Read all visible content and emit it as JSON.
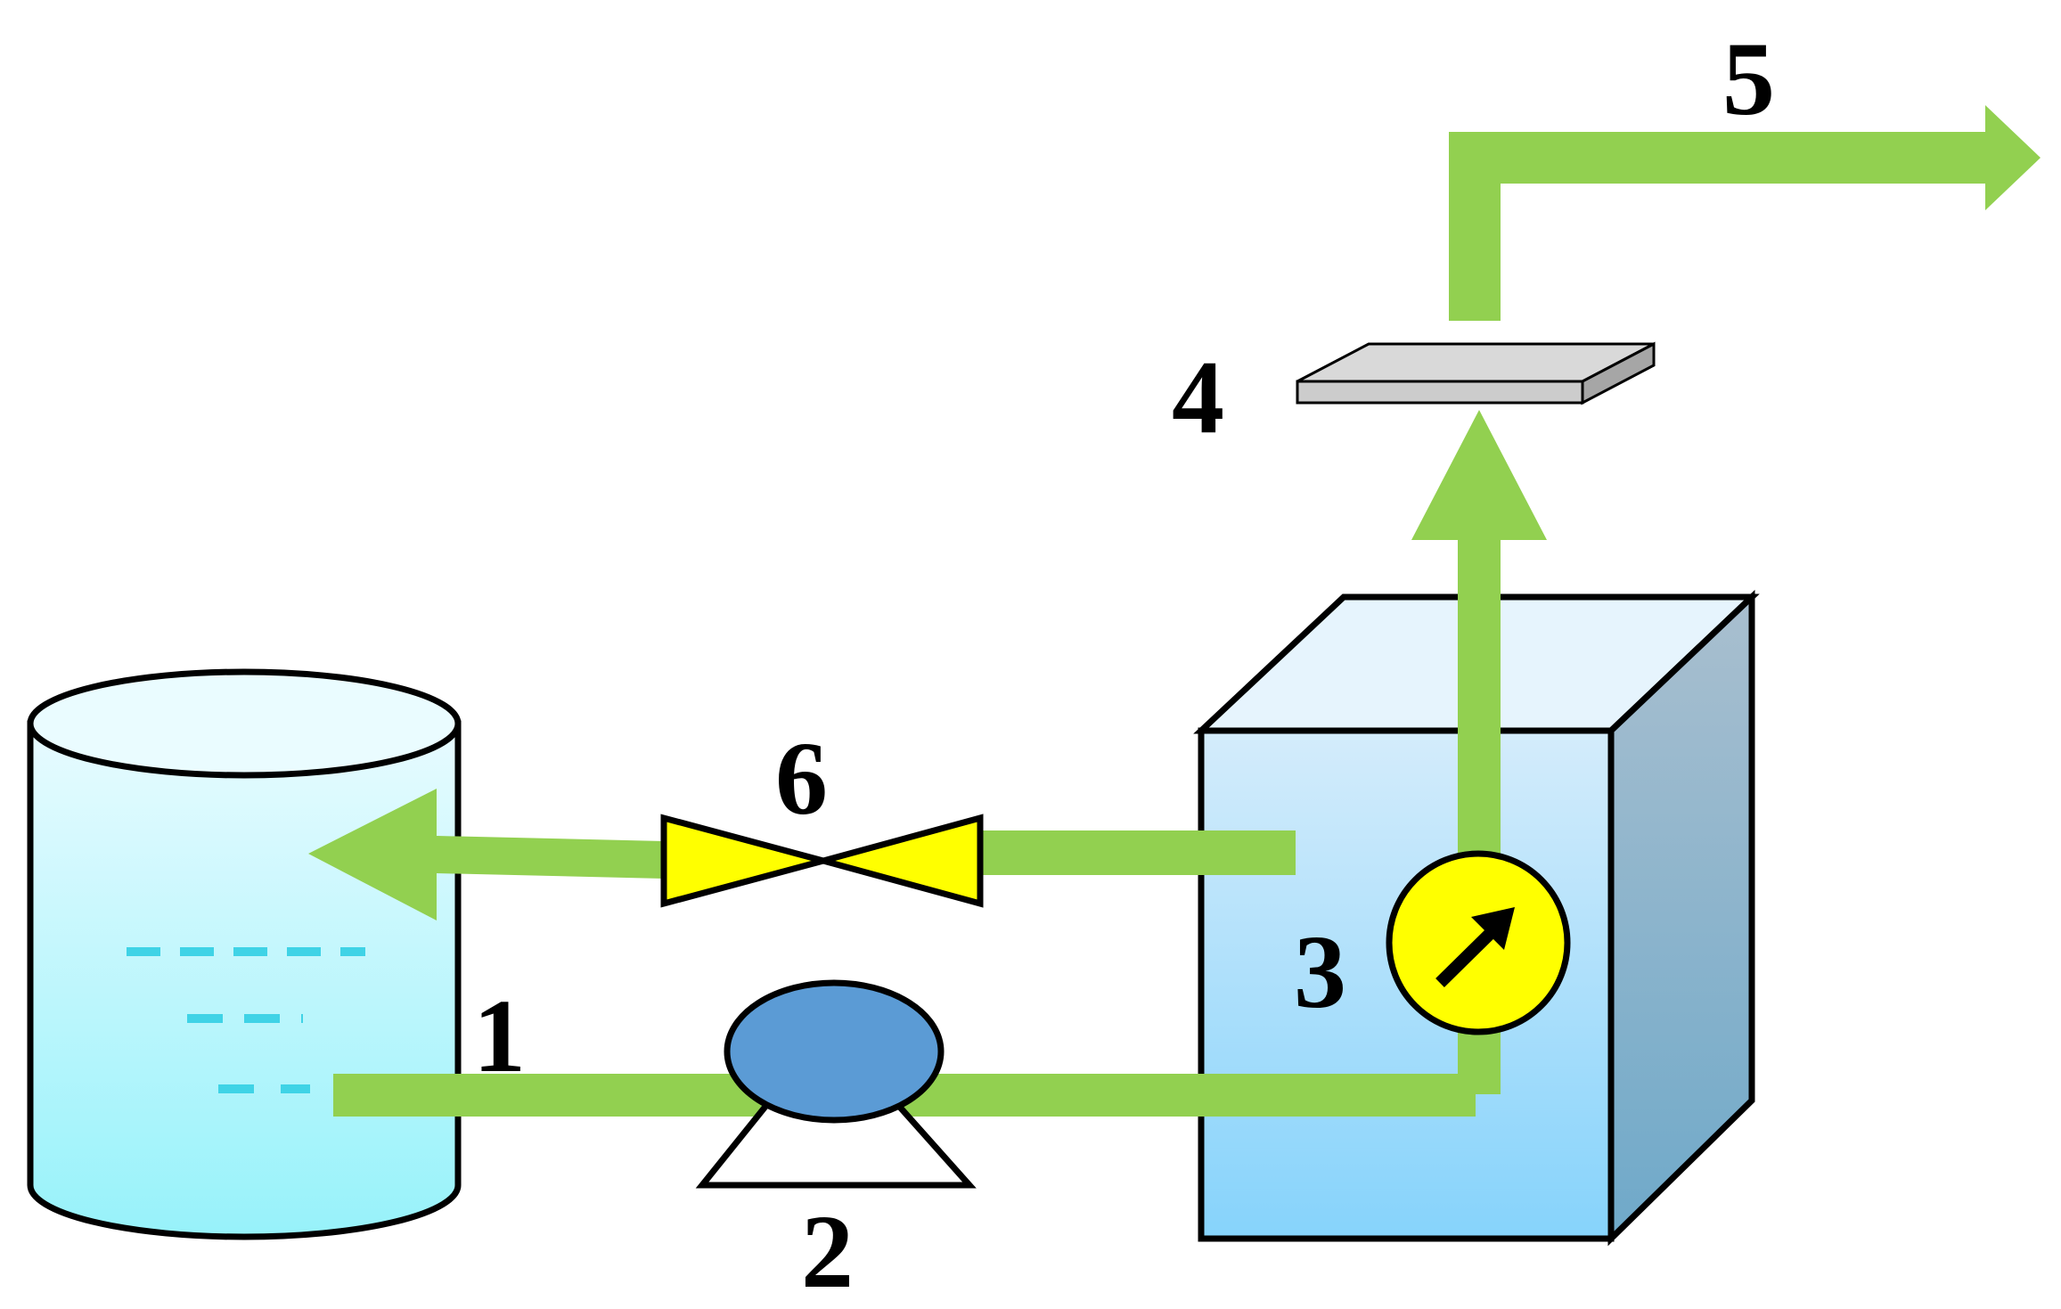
{
  "labels": {
    "tank": "1",
    "pump": "2",
    "gauge": "3",
    "filter": "4",
    "outlet": "5",
    "valve": "6"
  },
  "colors": {
    "pipe": "#92d050",
    "tank_top": "#e8fbff",
    "tank_bottom": "#97f2fa",
    "water_marks": "#3fd3e6",
    "box_front_top": "#d4ecfb",
    "box_front_bottom": "#86d3fb",
    "box_side_top": "#a9bfcf",
    "box_side_bottom": "#6fa9c9",
    "box_top_face": "#e6f4fd",
    "pump": "#5b9bd5",
    "valve": "#ffff00",
    "gauge": "#ffff00",
    "filter_top": "#d9d9d9",
    "filter_side": "#a6a6a6"
  },
  "icons": {
    "tank": "cylinder-tank-icon",
    "pump": "pump-icon",
    "gauge": "pressure-gauge-icon",
    "filter": "filter-plate-icon",
    "valve": "valve-icon"
  }
}
